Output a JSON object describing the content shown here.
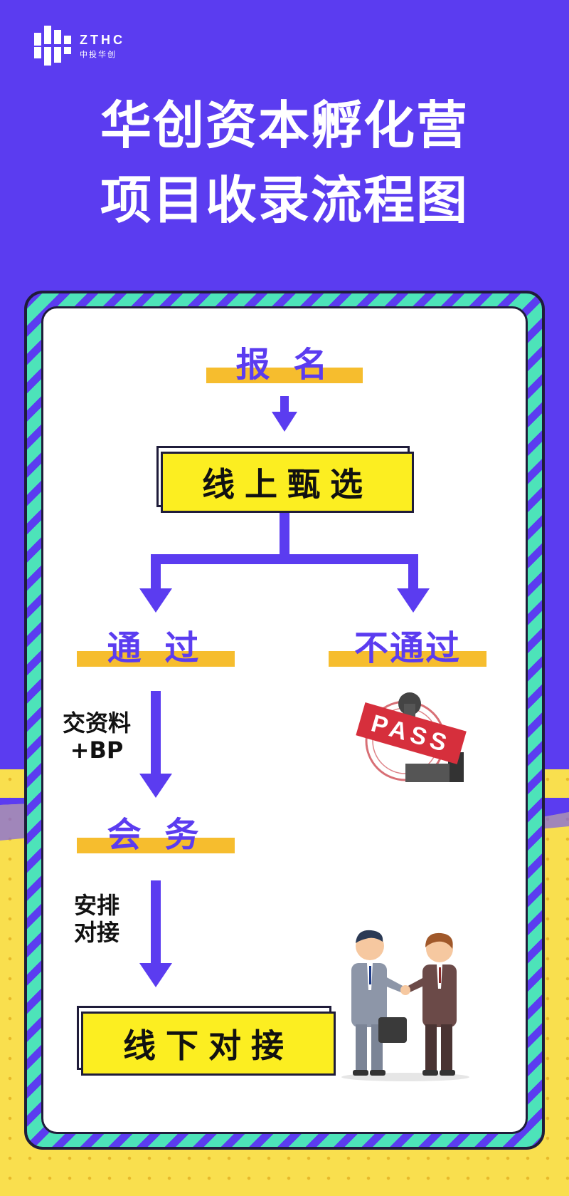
{
  "logo": {
    "brand": "ZTHC",
    "sub": "中投华创"
  },
  "title": {
    "line1": "华创资本孵化营",
    "line2": "项目收录流程图"
  },
  "flow": {
    "step_register": "报 名",
    "step_online": "线上甄选",
    "step_pass": "通 过",
    "step_fail": "不通过",
    "note_submit": [
      "交资料",
      "+BP"
    ],
    "step_meeting": "会 务",
    "note_arrange": [
      "安排",
      "对接"
    ],
    "step_offline": "线下对接"
  },
  "stamp": {
    "text": "PASS"
  },
  "colors": {
    "primary": "#5b3cf0",
    "accent_teal": "#4de3b9",
    "highlight": "#f6bd2e",
    "box_yellow": "#fcee21",
    "background_bottom": "#f9df4e"
  }
}
